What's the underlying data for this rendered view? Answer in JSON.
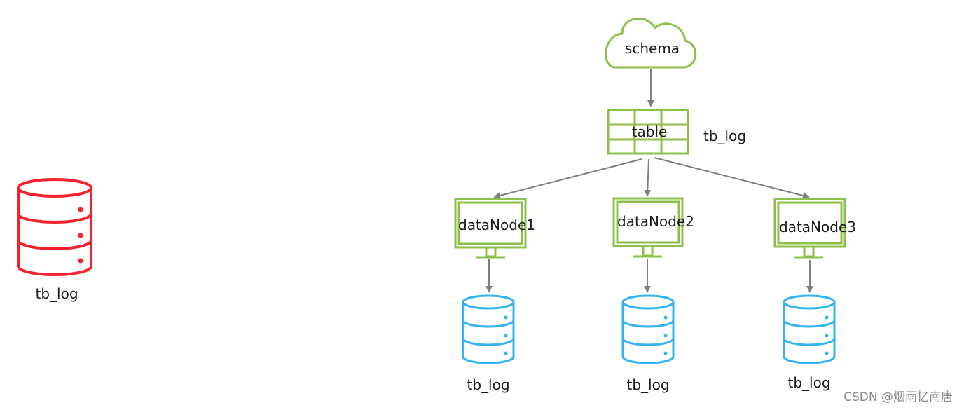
{
  "colors": {
    "cloud": "#8cc04a",
    "table": "#8cc04a",
    "node": "#8cc04a",
    "left_db": "#f5222d",
    "node_db": "#33b4ee",
    "arrow": "#7f7f7f"
  },
  "left_db": {
    "label": "tb_log",
    "icon": "database-icon"
  },
  "schema": {
    "label": "schema",
    "icon": "cloud-icon"
  },
  "table": {
    "label": "table",
    "side_label": "tb_log",
    "icon": "table-grid-icon"
  },
  "nodes": [
    {
      "label": "dataNode1",
      "db_label": "tb_log"
    },
    {
      "label": "dataNode2",
      "db_label": "tb_log"
    },
    {
      "label": "dataNode3",
      "db_label": "tb_log"
    }
  ],
  "watermark": "CSDN @烟雨忆南唐"
}
